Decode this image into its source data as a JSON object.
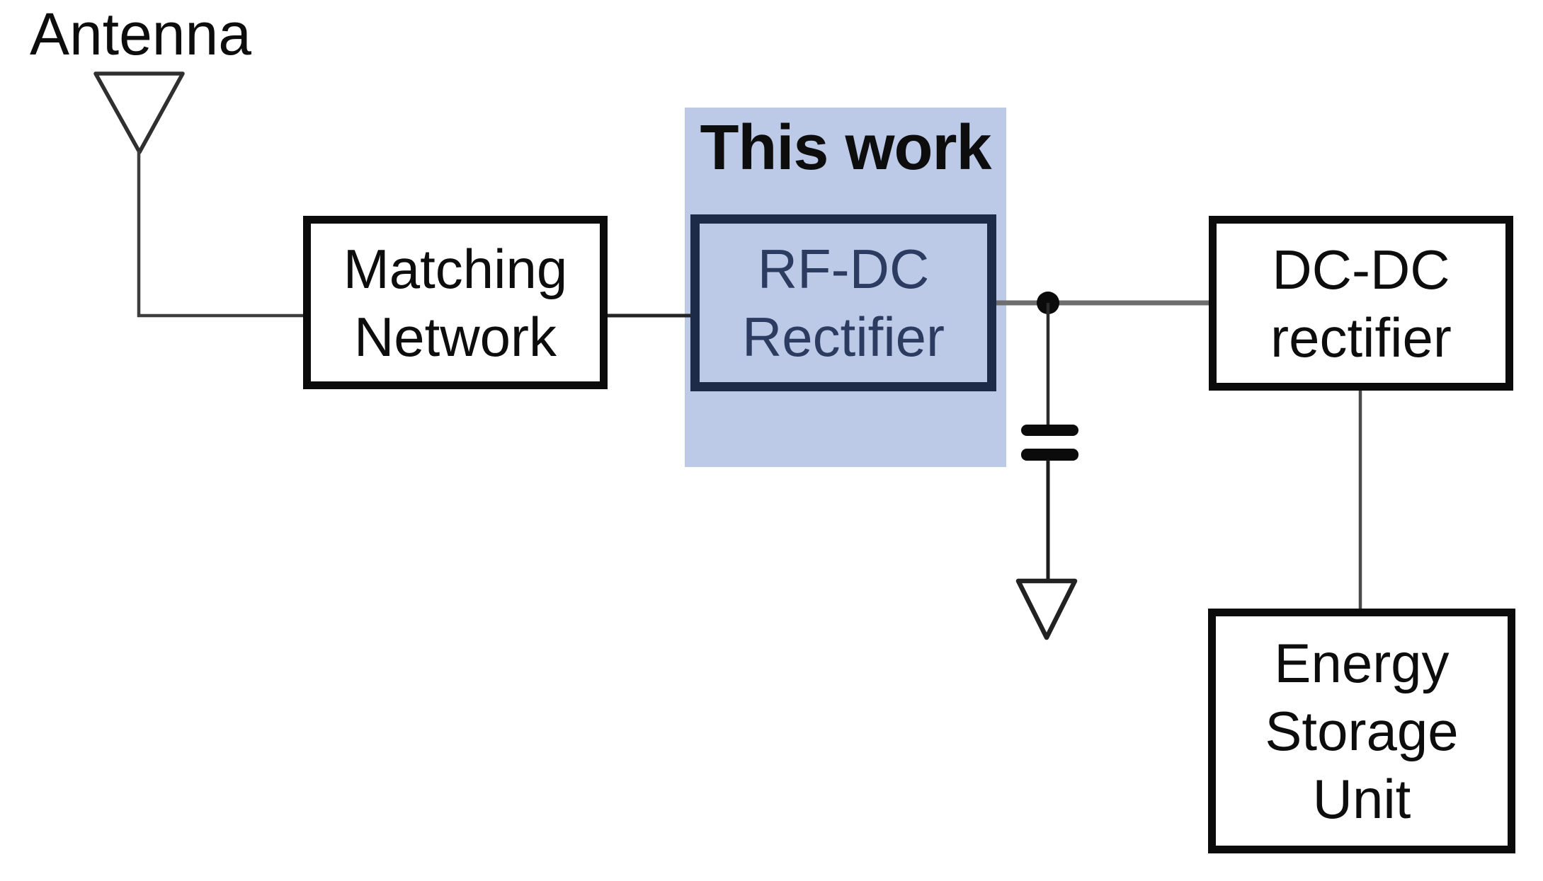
{
  "diagram": {
    "antenna_label": "Antenna",
    "highlight": {
      "label": "This work",
      "color": "#BCCAE8"
    },
    "blocks": {
      "matching": {
        "label": "Matching\nNetwork"
      },
      "rfdc": {
        "label": "RF-DC\nRectifier"
      },
      "dcdc": {
        "label": "DC-DC\nrectifier"
      },
      "esu": {
        "label": "Energy\nStorage\nUnit"
      }
    },
    "symbols": {
      "antenna": "antenna-icon",
      "capacitor": "capacitor-icon",
      "ground": "ground-icon",
      "junction": "junction-dot"
    },
    "colors": {
      "highlight": "#BCCAE8",
      "rfdc_border": "#1D2A48",
      "rfdc_text": "#2B3C60",
      "box_border": "#0B0B0B",
      "wire": "#3D3D3D",
      "wire_gray": "#6E6E6E",
      "text": "#0D0D0D",
      "background": "#FFFFFF"
    }
  }
}
